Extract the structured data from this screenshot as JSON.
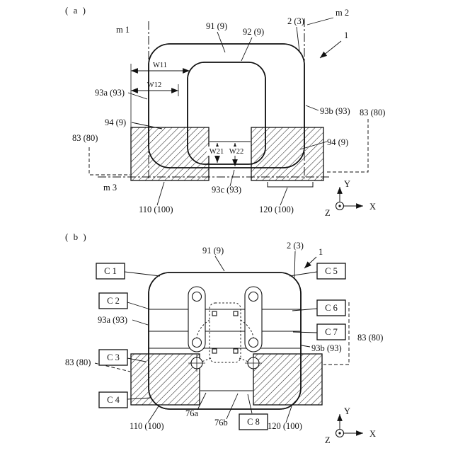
{
  "figure_a": {
    "tag": "( a )",
    "cutlines": {
      "m1": "m 1",
      "m2": "m 2",
      "m3": "m 3"
    },
    "dims": {
      "w11": "W11",
      "w12": "W12",
      "w21": "W21",
      "w22": "W22"
    },
    "refs": {
      "r91": "91 (9)",
      "r92": "92 (9)",
      "r2": "2 (3)",
      "r1": "1",
      "r93a": "93a (93)",
      "r93b": "93b (93)",
      "r93c": "93c (93)",
      "r94_left": "94 (9)",
      "r94_right": "94 (9)",
      "r83_left": "83 (80)",
      "r83_right": "83 (80)",
      "r110": "110 (100)",
      "r120": "120 (100)"
    },
    "axes": {
      "x": "X",
      "y": "Y",
      "z": "Z"
    }
  },
  "figure_b": {
    "tag": "( b )",
    "sections": [
      "C 1",
      "C 2",
      "C 3",
      "C 4",
      "C 5",
      "C 6",
      "C 7",
      "C 8"
    ],
    "refs": {
      "r91": "91 (9)",
      "r2": "2 (3)",
      "r1": "1",
      "r93a": "93a (93)",
      "r93b": "93b (93)",
      "r83_left": "83 (80)",
      "r83_right": "83 (80)",
      "r76a": "76a",
      "r76b": "76b",
      "r110": "110 (100)",
      "r120": "120 (100)"
    },
    "axes": {
      "x": "X",
      "y": "Y",
      "z": "Z"
    }
  }
}
